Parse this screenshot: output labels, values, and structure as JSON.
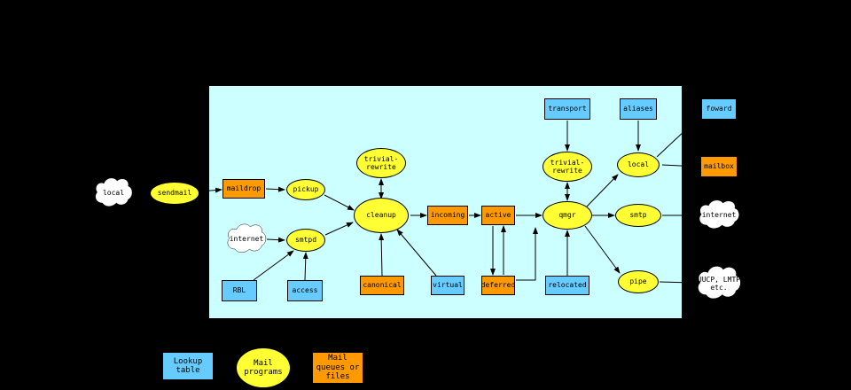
{
  "colors": {
    "background": "#000000",
    "panel_background": "#ccffff",
    "lookup_table": "#66ccff",
    "mail_program": "#ffff33",
    "mail_queue": "#ff9900",
    "cloud": "#ffffff",
    "line": "#000000"
  },
  "nodes": {
    "cloud_local": {
      "label": "local"
    },
    "sendmail": {
      "label": "sendmail"
    },
    "maildrop": {
      "label": "maildrop"
    },
    "pickup": {
      "label": "pickup"
    },
    "trivial_rewrite_top": {
      "line1": "trivial-",
      "line2": "rewrite"
    },
    "cleanup": {
      "label": "cleanup"
    },
    "cloud_internet_left": {
      "label": "internet"
    },
    "smtpd": {
      "label": "smtpd"
    },
    "rbl": {
      "label": "RBL"
    },
    "access": {
      "label": "access"
    },
    "canonical": {
      "label": "canonical"
    },
    "virtual": {
      "label": "virtual"
    },
    "incoming": {
      "label": "incoming"
    },
    "active": {
      "label": "active"
    },
    "deferred": {
      "label": "deferred"
    },
    "relocated": {
      "label": "relocated"
    },
    "qmgr": {
      "label": "qmgr"
    },
    "transport": {
      "label": "transport"
    },
    "trivial_rewrite_right": {
      "line1": "trivial-",
      "line2": "rewrite"
    },
    "aliases": {
      "label": "aliases"
    },
    "local": {
      "label": "local"
    },
    "smtp": {
      "label": "smtp"
    },
    "pipe": {
      "label": "pipe"
    },
    "foward": {
      "label": "foward"
    },
    "mailbox": {
      "label": "mailbox"
    },
    "cloud_internet_right": {
      "label": "internet"
    },
    "cloud_uucp": {
      "line1": "UUCP, LMTP",
      "line2": "etc."
    }
  },
  "legend": {
    "lookup_table": "Lookup table",
    "mail_programs": "Mail programs",
    "mail_queues": "Mail queues or files"
  }
}
